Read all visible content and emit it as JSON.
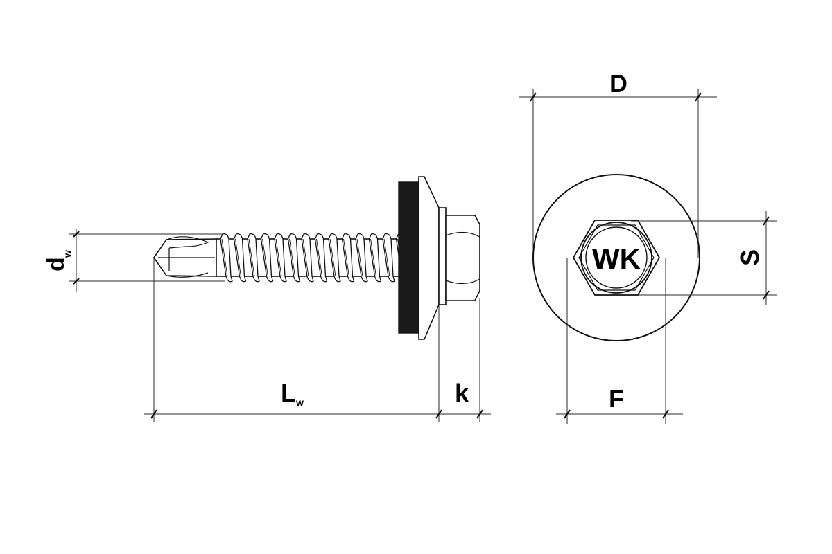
{
  "labels": {
    "dw_main": "d",
    "dw_sub": "w",
    "lw_main": "L",
    "lw_sub": "w",
    "k": "k",
    "D": "D",
    "S": "S",
    "F": "F",
    "marking": "WK"
  },
  "colors": {
    "line": "#111111",
    "washer_seal": "#1a1a1a",
    "background": "#ffffff"
  }
}
